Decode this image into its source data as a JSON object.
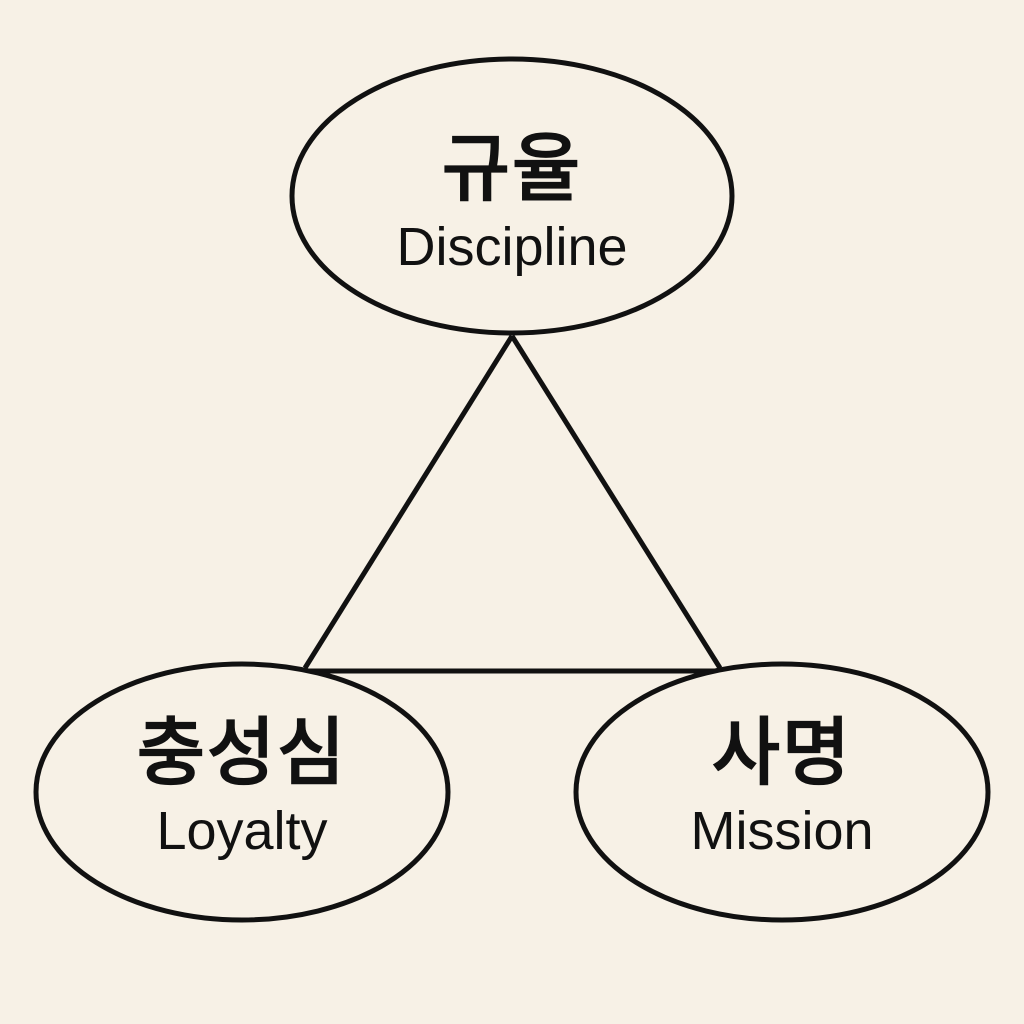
{
  "nodes": {
    "top": {
      "korean": "규율",
      "english": "Discipline"
    },
    "left": {
      "korean": "충성심",
      "english": "Loyalty"
    },
    "right": {
      "korean": "사명",
      "english": "Mission"
    }
  },
  "colors": {
    "background": "#f7f1e6",
    "stroke": "#111111",
    "text": "#111111"
  }
}
